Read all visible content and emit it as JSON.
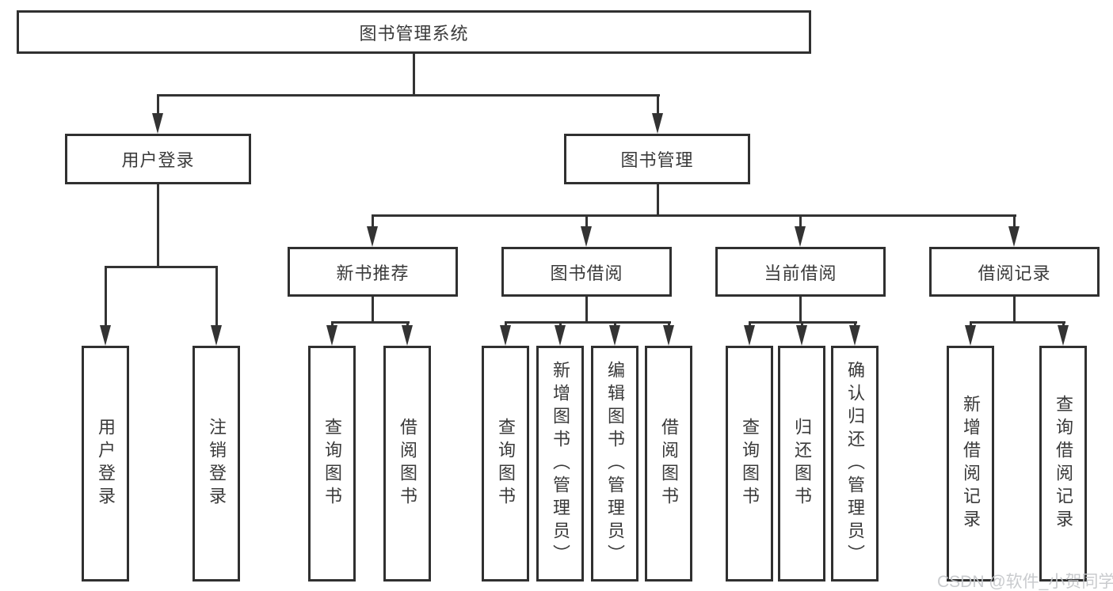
{
  "tree": {
    "root": "图书管理系统",
    "children": [
      {
        "label": "用户登录",
        "children": [
          "用户登录",
          "注销登录"
        ]
      },
      {
        "label": "图书管理",
        "children": [
          {
            "label": "新书推荐",
            "children": [
              "查询图书",
              "借阅图书"
            ]
          },
          {
            "label": "图书借阅",
            "children": [
              "查询图书",
              "新增图书（管理员）",
              "编辑图书（管理员）",
              "借阅图书"
            ]
          },
          {
            "label": "当前借阅",
            "children": [
              "查询图书",
              "归还图书",
              "确认归还（管理员）"
            ]
          },
          {
            "label": "借阅记录",
            "children": [
              "新增借阅记录",
              "查询借阅记录"
            ]
          }
        ]
      }
    ]
  },
  "watermark": {
    "text": "CSDN @软件_小贺同学"
  },
  "colors": {
    "line": "#333333",
    "box_border": "#303030",
    "box_fill": "#ffffff",
    "text": "#3a3a3a",
    "background": "#ffffff",
    "watermark": "#c4c7ca"
  }
}
